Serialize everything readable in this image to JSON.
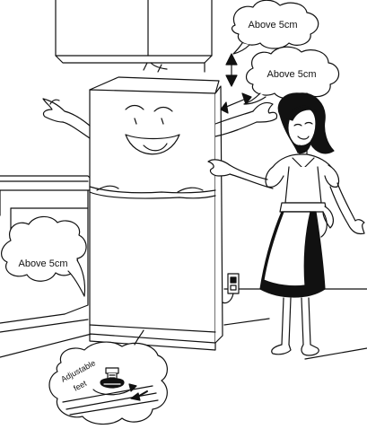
{
  "labels": {
    "clearance_top": "Above 5cm",
    "clearance_side": "Above 5cm",
    "clearance_back": "Above 5cm",
    "feet_line1": "Adjustable",
    "feet_line2": "feet"
  },
  "colors": {
    "line": "#111111",
    "fill": "#ffffff",
    "dark": "#111111"
  }
}
